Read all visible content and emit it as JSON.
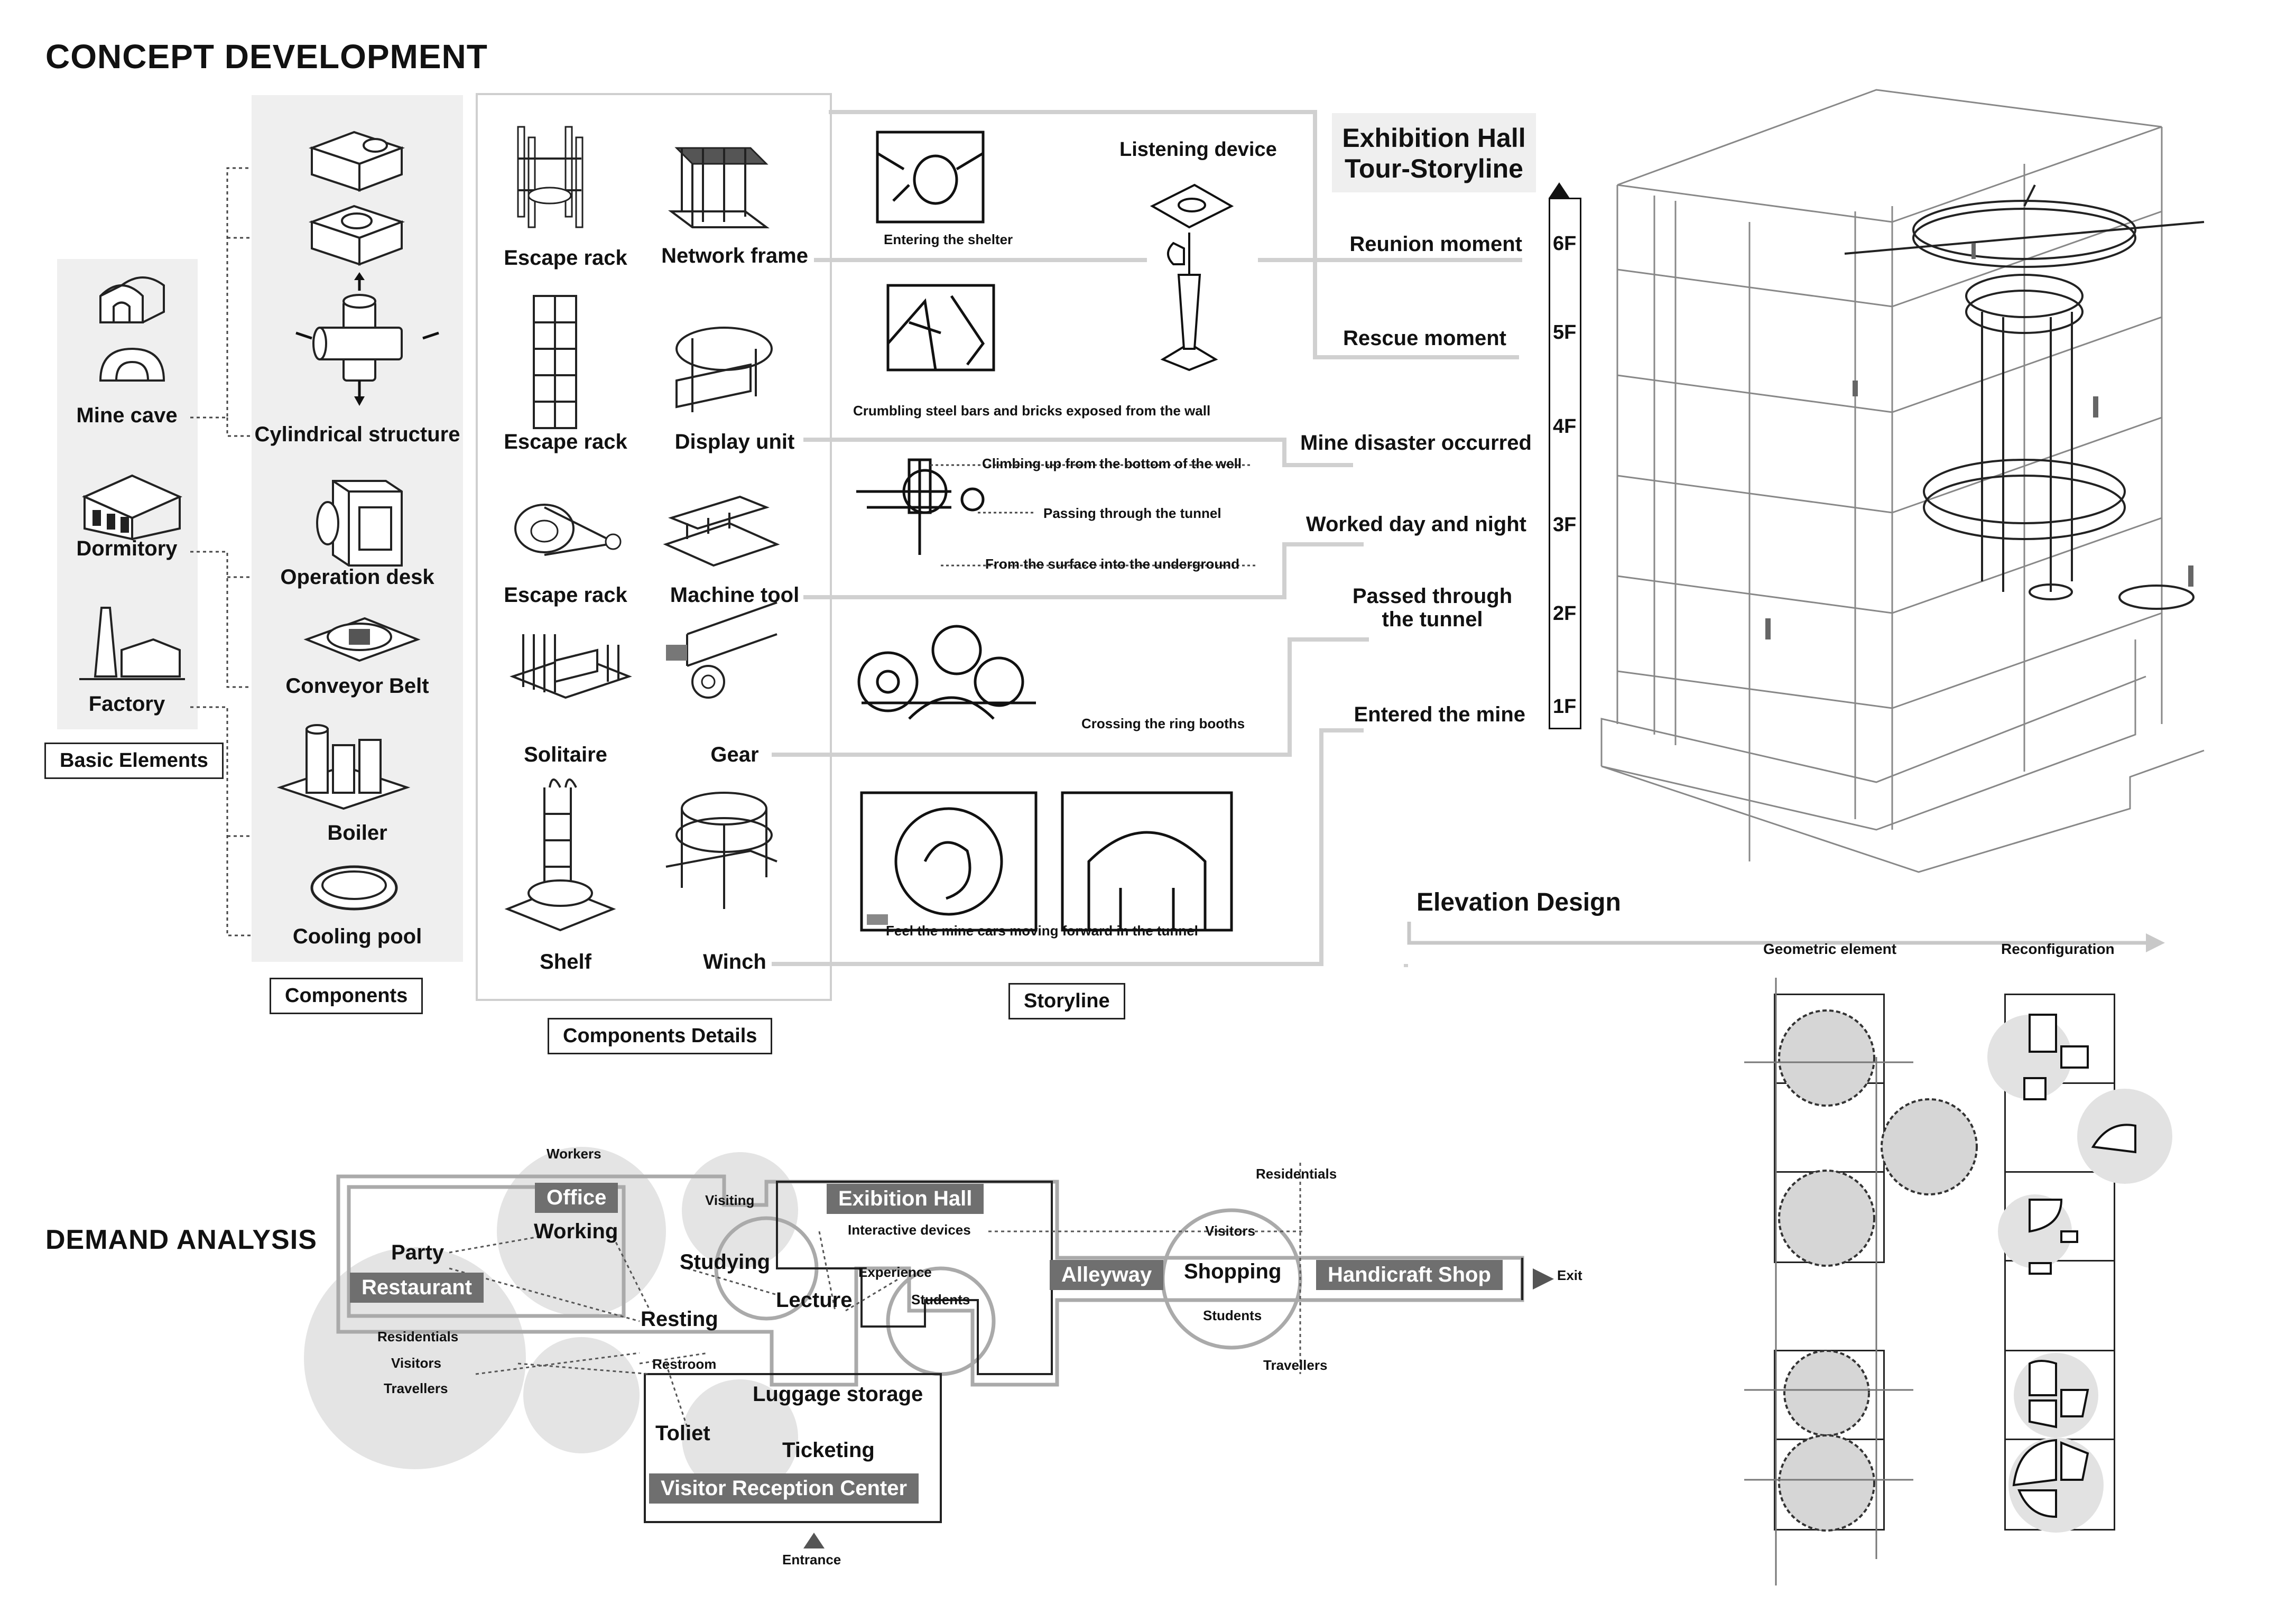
{
  "concept": {
    "title": "CONCEPT DEVELOPMENT",
    "basic_elements": {
      "items": [
        "Mine cave",
        "Dormitory",
        "Factory"
      ],
      "caption": "Basic Elements"
    },
    "components": {
      "items": [
        "Cylindrical structure",
        "Operation desk",
        "Conveyor Belt",
        "Boiler",
        "Cooling pool"
      ],
      "caption": "Components"
    },
    "details": {
      "items": [
        "Escape rack",
        "Network frame",
        "Escape rack",
        "Display unit",
        "Escape rack",
        "Machine tool",
        "Solitaire",
        "Gear",
        "Shelf",
        "Winch"
      ],
      "caption": "Components Details"
    },
    "storyline": {
      "sketch_labels": [
        "Entering the shelter",
        "Listening device",
        "Crumbling steel bars and bricks exposed from the wall",
        "Climbing up from the bottom of the well",
        "Passing through the tunnel",
        "From the surface into the underground",
        "Crossing the ring booths",
        "Feel the mine cars moving forward in the tunnel"
      ],
      "caption": "Storyline"
    },
    "tour": {
      "title_line1": "Exhibition Hall",
      "title_line2": "Tour-Storyline",
      "moments": [
        "Reunion moment",
        "Rescue moment",
        "Mine disaster occurred",
        "Worked day and night",
        "Passed through",
        "the tunnel",
        "Entered the mine"
      ],
      "floors": [
        "6F",
        "5F",
        "4F",
        "3F",
        "2F",
        "1F"
      ]
    }
  },
  "elevation": {
    "title": "Elevation Design",
    "col1": "Geometric element",
    "col2": "Reconfiguration"
  },
  "demand": {
    "title": "DEMAND ANALYSIS",
    "dark_labels": [
      "Office",
      "Restaurant",
      "Exibition Hall",
      "Alleyway",
      "Handicraft Shop",
      "Visitor Reception Center"
    ],
    "large_labels": [
      "Working",
      "Party",
      "Studying",
      "Lecture",
      "Resting",
      "Shopping",
      "Luggage storage",
      "Toliet",
      "Ticketing"
    ],
    "small_labels": [
      "Workers",
      "Visiting",
      "Interactive devices",
      "Experience",
      "Students",
      "Residentials",
      "Visitors",
      "Travellers",
      "Residentials",
      "Visitors",
      "Students",
      "Travellers",
      "Restroom",
      "Exit",
      "Entrance"
    ]
  }
}
